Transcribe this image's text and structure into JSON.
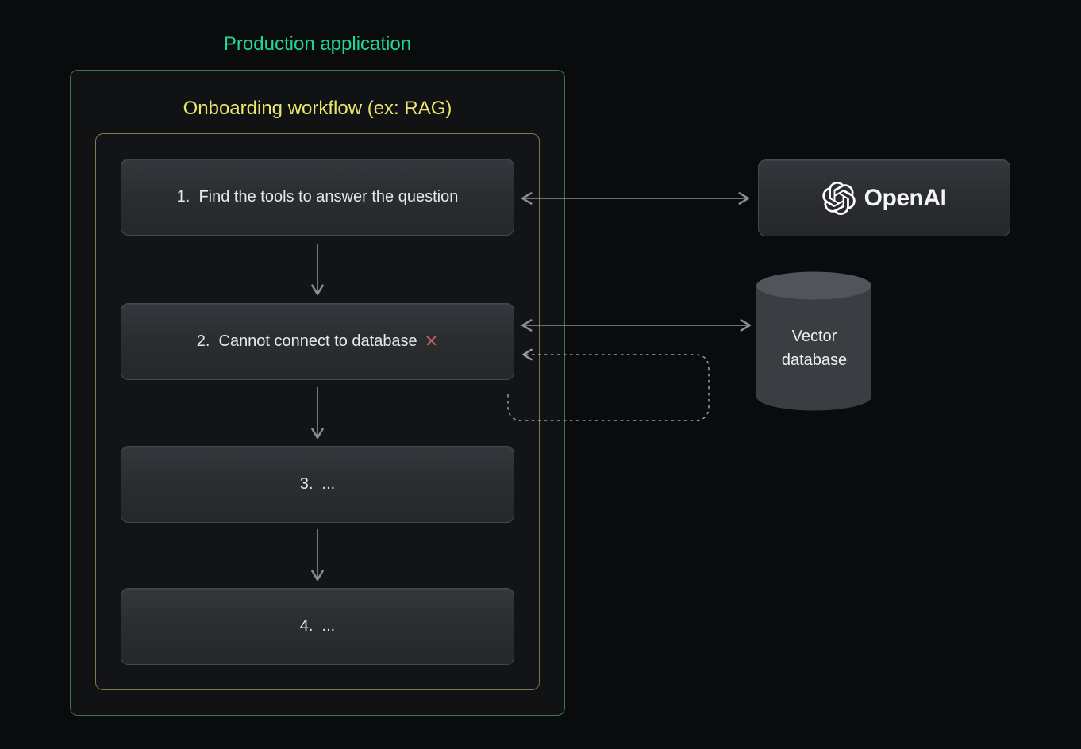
{
  "diagram": {
    "production": {
      "title": "Production application"
    },
    "workflow": {
      "title": "Onboarding workflow (ex: RAG)",
      "steps": [
        {
          "label": "1.  Find the tools to answer the question"
        },
        {
          "label": "2.  Cannot connect to database",
          "error_icon": "✕"
        },
        {
          "label": "3.  ..."
        },
        {
          "label": "4.  ..."
        }
      ]
    },
    "services": {
      "openai": {
        "label": "OpenAI"
      },
      "vector_database": {
        "line1": "Vector",
        "line2": "database"
      }
    },
    "colors": {
      "production_title": "#1fd796",
      "production_border": "#35775e",
      "workflow_title": "#e9e56e",
      "workflow_border": "#7e7b49",
      "error_x": "#c25d63",
      "solid_arrow": "#8a8d92",
      "dashed_arrow": "#9a9da2"
    }
  }
}
